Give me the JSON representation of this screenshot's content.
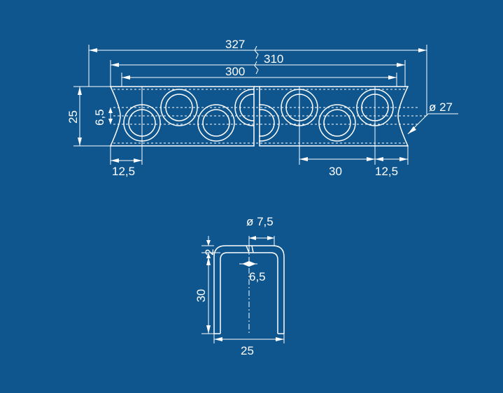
{
  "colors": {
    "background": "#0f568e",
    "line": "#ffffff"
  },
  "top_view": {
    "dim_total": "327",
    "dim_mid": "310",
    "dim_inner": "300",
    "dim_height": "25",
    "dim_offset": "6,5",
    "dim_diameter": "ø 27",
    "dim_left_edge": "12,5",
    "dim_pitch": "30",
    "dim_right_edge": "12,5"
  },
  "section_view": {
    "dim_hole": "ø 7,5",
    "dim_thickness": "2",
    "dim_offset": "6,5",
    "dim_height": "30",
    "dim_width": "25"
  }
}
